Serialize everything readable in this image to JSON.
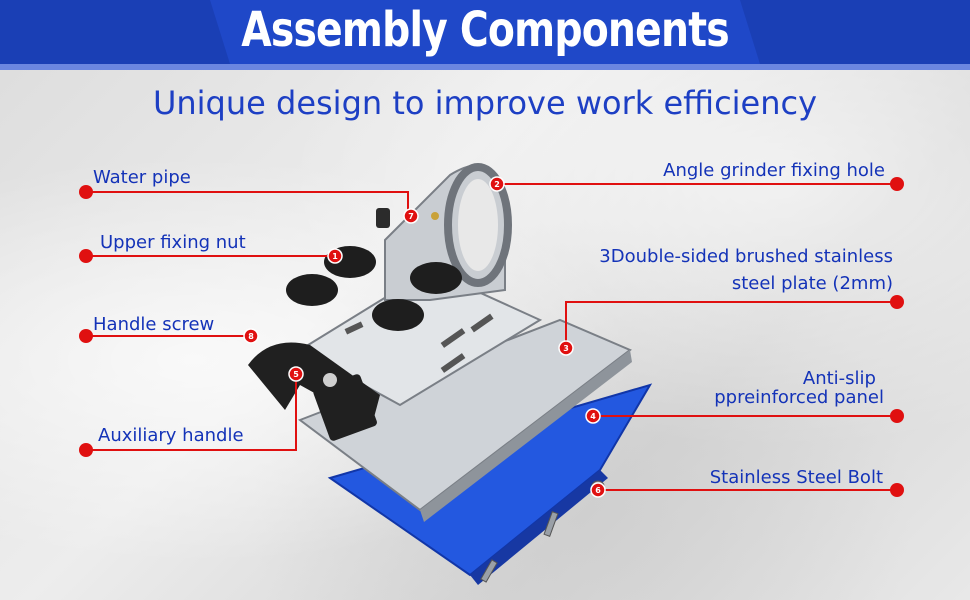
{
  "header": {
    "title": "Assembly Components",
    "subtitle": "Unique design to improve work efficiency",
    "bar_color": "#1f48c8"
  },
  "callouts": {
    "water_pipe": "Water pipe",
    "upper_fixing_nut": "Upper fixing nut",
    "handle_screw": "Handle screw",
    "auxiliary_handle": "Auxiliary handle",
    "angle_grinder_fixing_hole": "Angle grinder fixing hole",
    "steel_plate_line1": "3Double-sided brushed stainless",
    "steel_plate_line2": "steel plate (2mm)",
    "anti_slip_line1": "Anti-slip",
    "anti_slip_line2": "ppreinforced panel",
    "stainless_steel_bolt": "Stainless Steel Bolt"
  },
  "markers": {
    "water_pipe": "7",
    "upper_fixing_nut": "1",
    "handle_screw": "8",
    "auxiliary_handle": "5",
    "angle_grinder_fixing_hole": "2",
    "steel_plate": "3",
    "anti_slip": "4",
    "stainless_steel_bolt": "6"
  },
  "colors": {
    "callout_line": "#e01010",
    "label_text": "#1433b8",
    "panel_blue": "#2358e0"
  }
}
